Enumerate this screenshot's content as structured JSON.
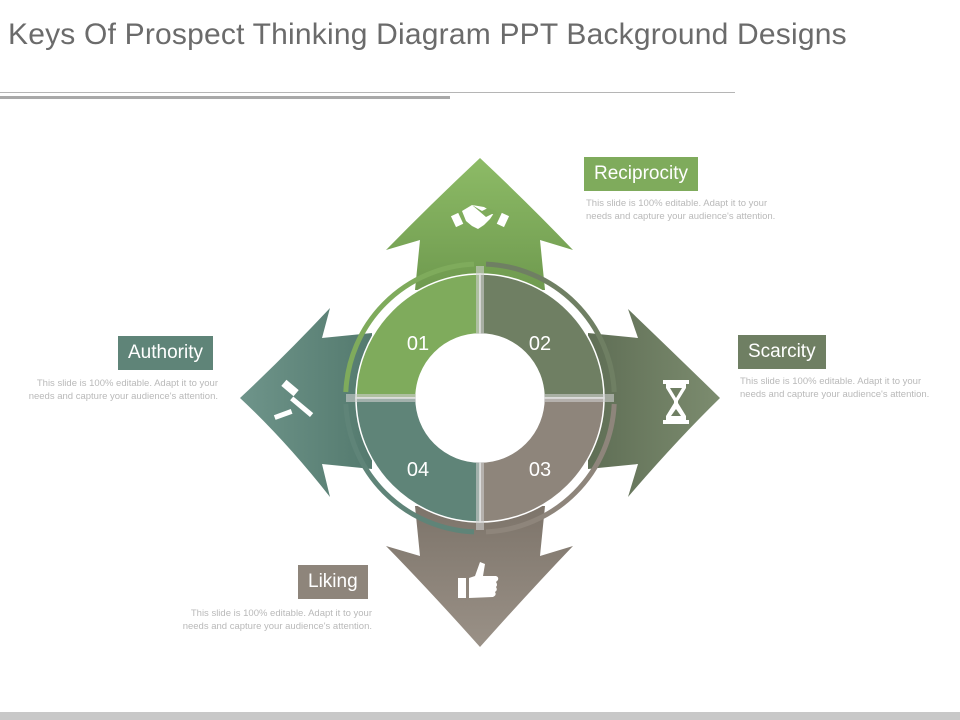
{
  "title": "Keys Of Prospect Thinking Diagram PPT Background Designs",
  "colors": {
    "green": "#7fab5c",
    "olive": "#6f7f63",
    "taupe": "#8e857b",
    "teal": "#5f8478"
  },
  "segments": [
    {
      "number": "01",
      "label": "Reciprocity",
      "description": "This slide is 100% editable. Adapt it to your needs and capture your audience's attention.",
      "icon": "handshake-icon"
    },
    {
      "number": "02",
      "label": "Scarcity",
      "description": "This slide is 100% editable. Adapt it to your needs and capture your audience's attention.",
      "icon": "hourglass-icon"
    },
    {
      "number": "03",
      "label": "Liking",
      "description": "This slide is 100% editable. Adapt it to your needs and capture your audience's attention.",
      "icon": "thumbs-up-icon"
    },
    {
      "number": "04",
      "label": "Authority",
      "description": "This slide is 100% editable. Adapt it to your needs and capture your audience's attention.",
      "icon": "gavel-icon"
    }
  ]
}
